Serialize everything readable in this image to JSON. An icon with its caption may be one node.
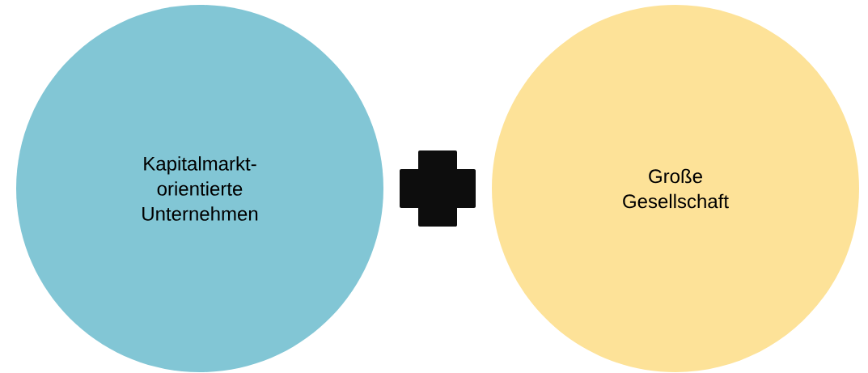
{
  "diagram": {
    "nodes": [
      {
        "text": [
          "Kapitalmarkt-orientierte Unternehmen"
        ]
      },
      {
        "text": [],
        "shape": "plus"
      },
      {
        "text": [
          "Große Gesellschaft"
        ]
      }
    ]
  }
}
